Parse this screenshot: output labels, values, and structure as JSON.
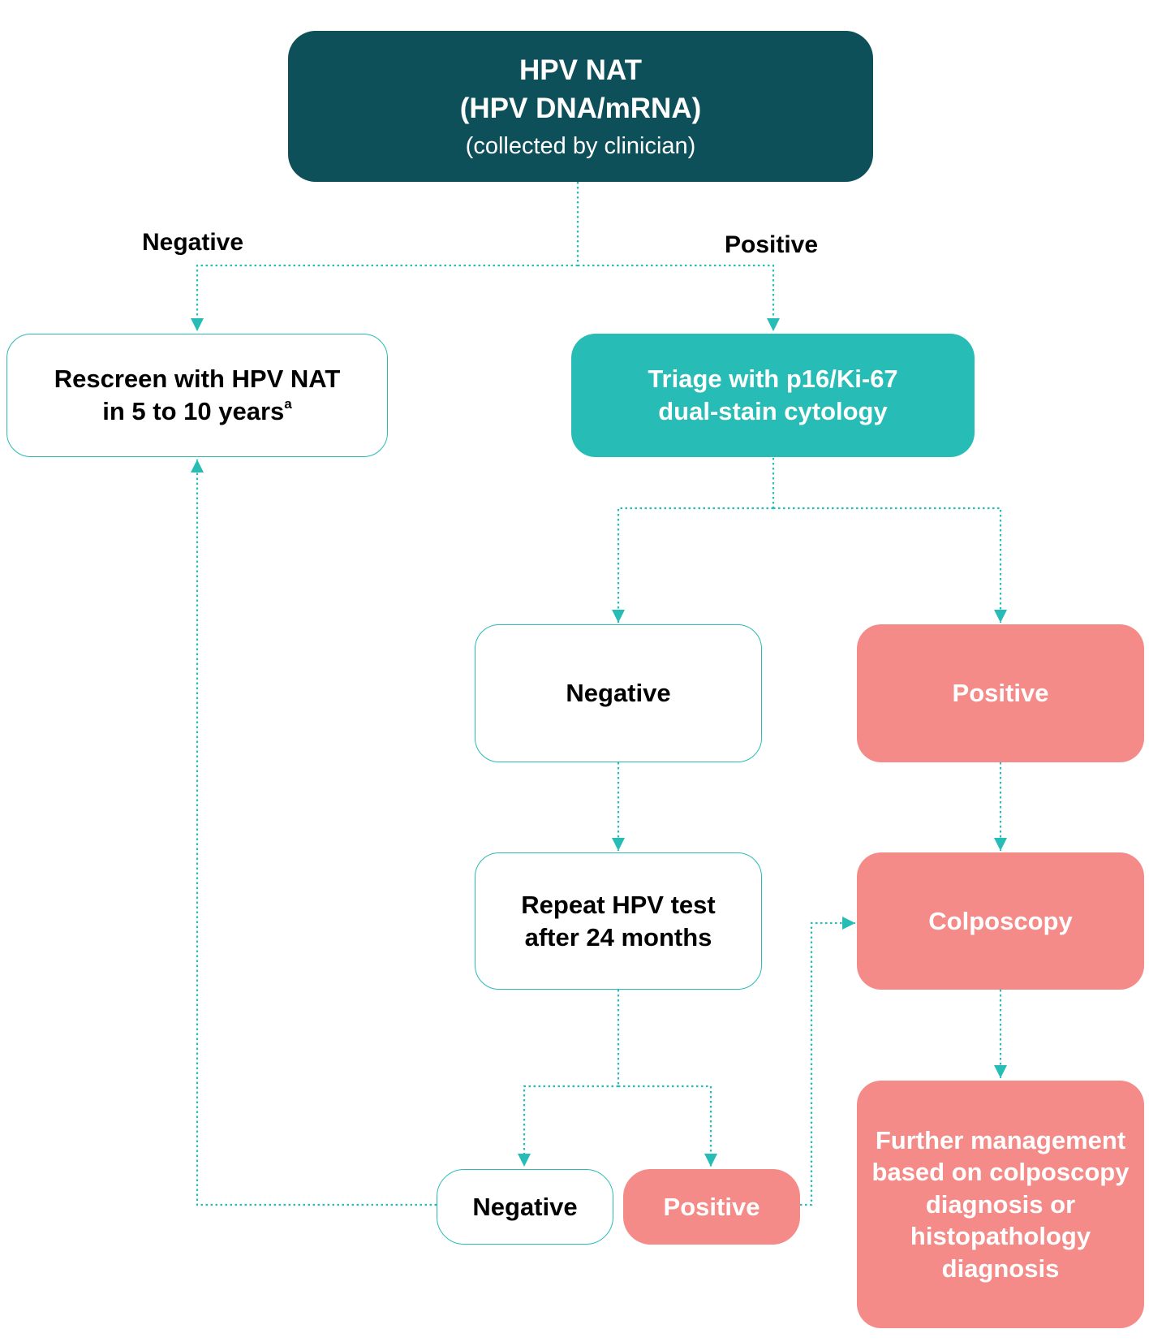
{
  "colors": {
    "dark_teal": "#0e5059",
    "teal": "#27bcb5",
    "pink": "#f48b89",
    "connector": "#27bcb5"
  },
  "nodes": {
    "start": {
      "line1": "HPV NAT",
      "line2": "(HPV DNA/mRNA)",
      "line3": "(collected by clinician)"
    },
    "rescreen": {
      "line1": "Rescreen with HPV NAT",
      "line2": "in 5 to 10 years",
      "footnote": "a"
    },
    "triage": {
      "line1": "Triage with p16/Ki-67",
      "line2": "dual-stain cytology"
    },
    "triage_negative": {
      "label": "Negative"
    },
    "triage_positive": {
      "label": "Positive"
    },
    "repeat": {
      "line1": "Repeat HPV test",
      "line2": "after 24 months"
    },
    "colposcopy": {
      "label": "Colposcopy"
    },
    "further": {
      "lines": [
        "Further management",
        "based on colposcopy",
        "diagnosis or",
        "histopathology",
        "diagnosis"
      ]
    },
    "repeat_negative": {
      "label": "Negative"
    },
    "repeat_positive": {
      "label": "Positive"
    }
  },
  "edge_labels": {
    "start_negative": "Negative",
    "start_positive": "Positive"
  }
}
